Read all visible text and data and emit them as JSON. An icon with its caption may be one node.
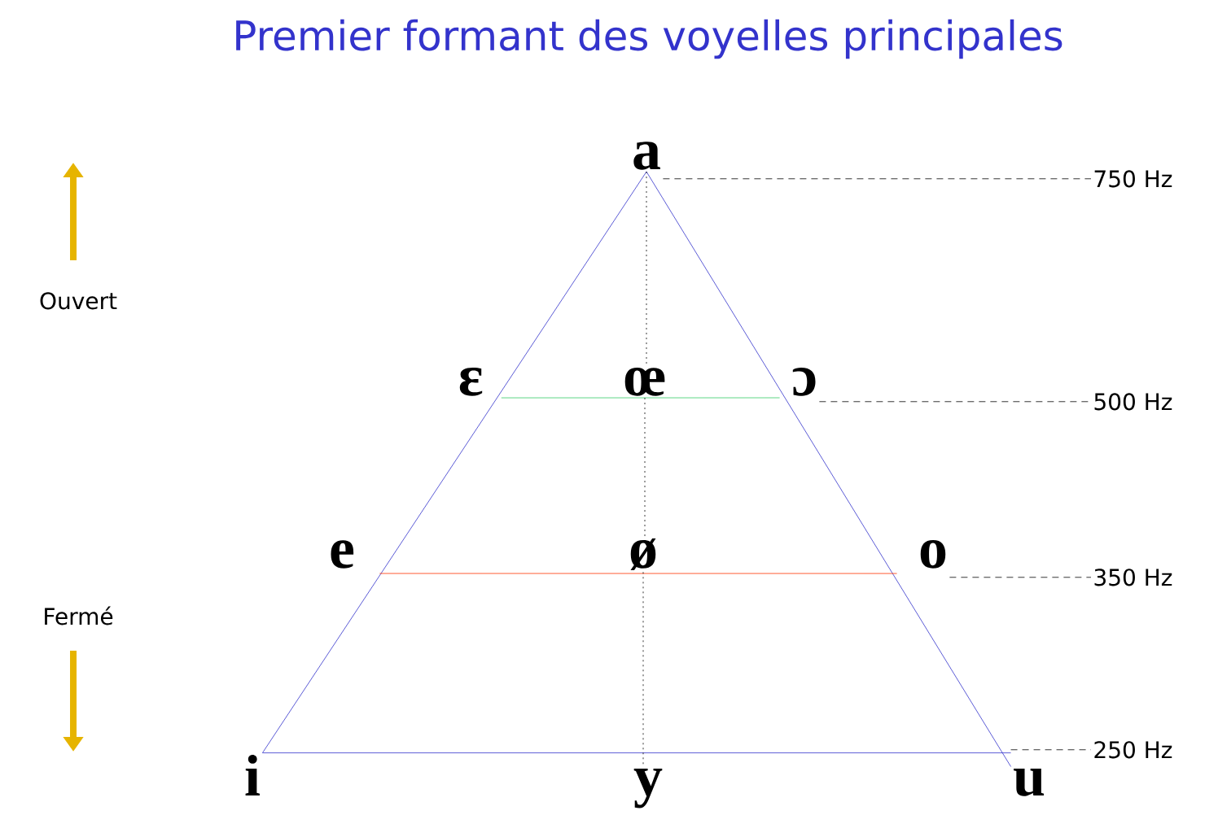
{
  "diagram": {
    "title": "Premier formant des voyelles principales",
    "nodes": [
      {
        "text": [
          "a"
        ]
      },
      {
        "text": [
          "ɛ"
        ]
      },
      {
        "text": [
          "œ"
        ]
      },
      {
        "text": [
          "ɔ"
        ]
      },
      {
        "text": [
          "e"
        ]
      },
      {
        "text": [
          "ø"
        ]
      },
      {
        "text": [
          "o"
        ]
      },
      {
        "text": [
          "i"
        ]
      },
      {
        "text": [
          "y"
        ]
      },
      {
        "text": [
          "u"
        ]
      },
      {
        "text": [
          "750 Hz"
        ]
      },
      {
        "text": [
          "500 Hz"
        ]
      },
      {
        "text": [
          "350 Hz"
        ]
      },
      {
        "text": [
          "250 Hz"
        ]
      }
    ],
    "edges": [
      {
        "from": 0,
        "to": 7,
        "arrow": "none",
        "color": "#3333cc"
      },
      {
        "from": 0,
        "to": 9,
        "arrow": "none",
        "color": "#3333cc"
      },
      {
        "from": 7,
        "to": 9,
        "arrow": "none",
        "color": "#3333cc"
      },
      {
        "from": 1,
        "to": 3,
        "arrow": "none",
        "color": "#33cc66"
      },
      {
        "from": 4,
        "to": 6,
        "arrow": "none",
        "color": "#ff3300"
      },
      {
        "from": 0,
        "to": 2,
        "arrow": "none",
        "style": "dashed"
      },
      {
        "from": 2,
        "to": 5,
        "arrow": "none",
        "style": "dashed"
      },
      {
        "from": 5,
        "to": 8,
        "arrow": "none",
        "style": "dashed"
      },
      {
        "from": 0,
        "to": 10,
        "arrow": "none",
        "style": "dashed"
      },
      {
        "from": 3,
        "to": 11,
        "arrow": "none",
        "style": "dashed"
      },
      {
        "from": 6,
        "to": 12,
        "arrow": "none",
        "style": "dashed"
      },
      {
        "from": 9,
        "to": 13,
        "arrow": "none",
        "style": "dashed"
      }
    ],
    "labels": [
      "Ouvert",
      "Fermé"
    ]
  }
}
